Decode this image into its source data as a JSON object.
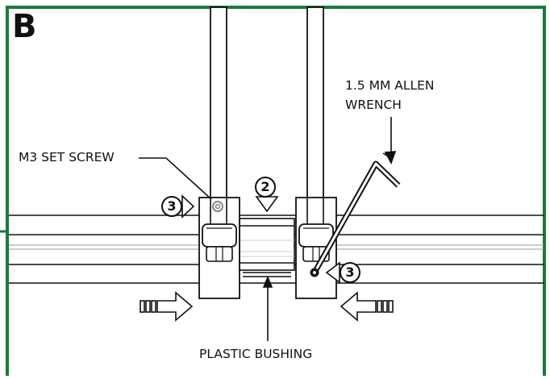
{
  "panel": {
    "letter": "B",
    "frame_color": "#1a7a3a"
  },
  "labels": {
    "set_screw": "M3 SET SCREW",
    "wrench_line1": "1.5 MM ALLEN",
    "wrench_line2": "WRENCH",
    "bushing": "PLASTIC BUSHING"
  },
  "callouts": {
    "left_screw": "3",
    "bushing_gap": "2",
    "right_screw": "3"
  },
  "icons": [
    "push-arrow-right-icon",
    "push-arrow-left-icon",
    "allen-wrench-icon",
    "set-screw-icon"
  ]
}
